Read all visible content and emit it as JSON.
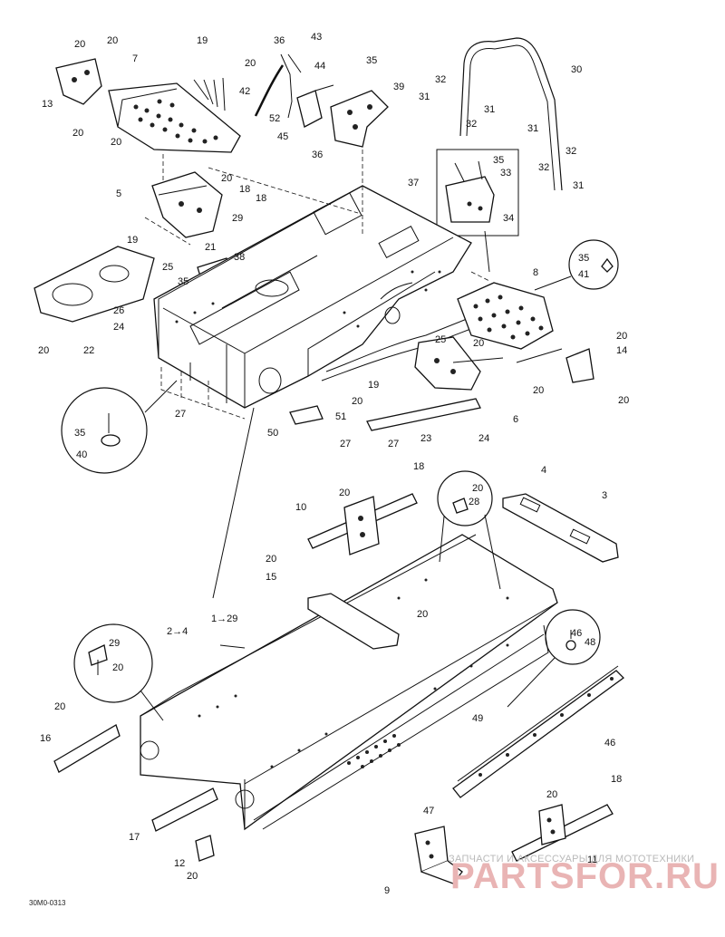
{
  "diagram": {
    "reference_code": "30М0-0313",
    "watermark": {
      "subtitle": "ЗАПЧАСТИ И АКСЕССУАРЫ ДЛЯ МОТОТЕХНИКИ",
      "logo": "PARTSFOR.RU"
    },
    "callouts": {
      "c01": "20",
      "c02": "20",
      "c03": "7",
      "c04": "19",
      "c05": "20",
      "c06": "13",
      "c07": "20",
      "c08": "20",
      "c09": "36",
      "c10": "43",
      "c11": "44",
      "c12": "42",
      "c13": "52",
      "c14": "45",
      "c15": "35",
      "c16": "39",
      "c17": "36",
      "c18": "30",
      "c19": "32",
      "c20": "31",
      "c21": "31",
      "c22": "32",
      "c23": "31",
      "c24": "32",
      "c25": "32",
      "c26": "31",
      "c27": "35",
      "c28": "33",
      "c29": "34",
      "c30": "37",
      "c31": "20",
      "c32": "18",
      "c33": "5",
      "c34": "18",
      "c35": "29",
      "c36": "19",
      "c37": "21",
      "c38": "38",
      "c39": "25",
      "c40": "35",
      "c41": "26",
      "c42": "24",
      "c43": "20",
      "c44": "22",
      "c45": "35",
      "c46": "41",
      "c47": "8",
      "c48": "20",
      "c49": "25",
      "c50": "20",
      "c51": "14",
      "c52": "19",
      "c53": "20",
      "c54": "20",
      "c55": "6",
      "c56": "20",
      "c57": "51",
      "c58": "50",
      "c59": "23",
      "c60": "24",
      "c61": "27",
      "c62": "27",
      "c63": "27",
      "c64": "35",
      "c65": "40",
      "c66": "18",
      "c67": "20",
      "c68": "4",
      "c69": "3",
      "c70": "10",
      "c71": "20",
      "c72": "28",
      "c73": "20",
      "c74": "15",
      "c75": "1→29",
      "c76": "2→4",
      "c77": "20",
      "c78": "46",
      "c79": "48",
      "c80": "29",
      "c81": "20",
      "c82": "20",
      "c83": "16",
      "c84": "49",
      "c85": "46",
      "c86": "17",
      "c87": "47",
      "c88": "18",
      "c89": "20",
      "c90": "12",
      "c91": "20",
      "c92": "11",
      "c93": "9"
    }
  }
}
